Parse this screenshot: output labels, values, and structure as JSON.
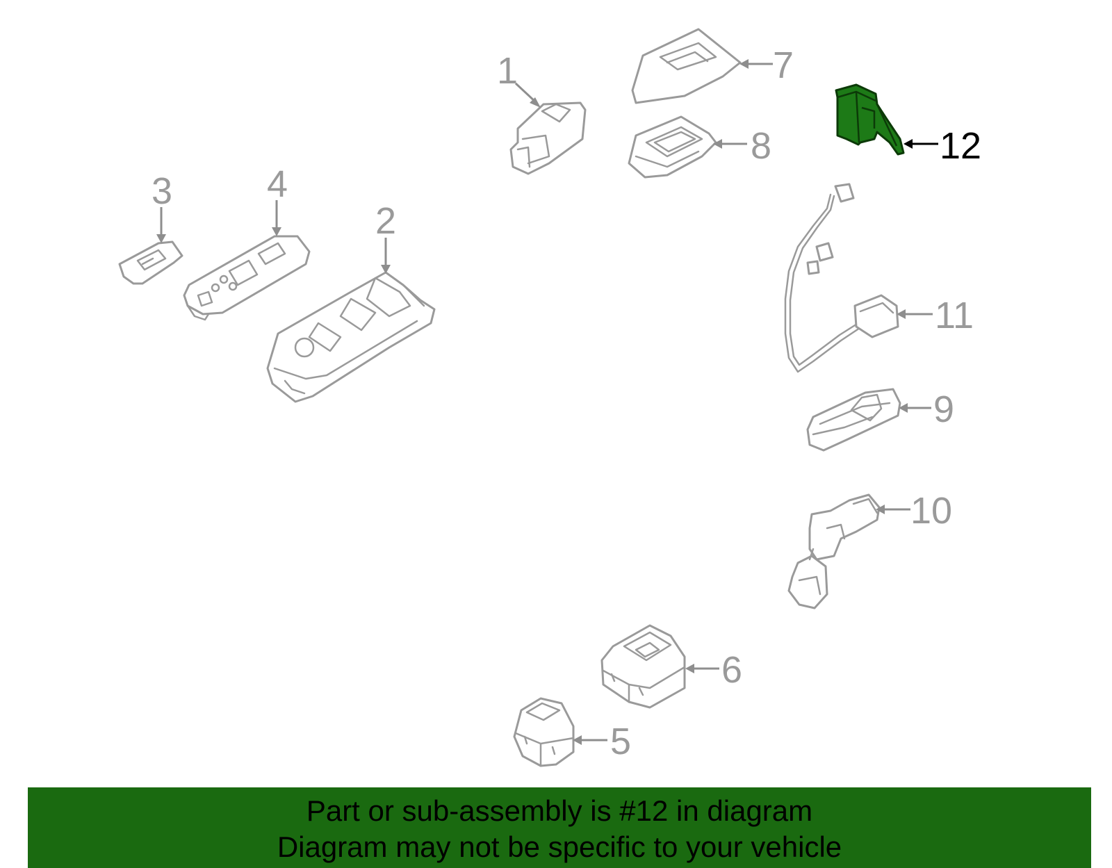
{
  "callouts": {
    "c1": "1",
    "c2": "2",
    "c3": "3",
    "c4": "4",
    "c5": "5",
    "c6": "6",
    "c7": "7",
    "c8": "8",
    "c9": "9",
    "c10": "10",
    "c11": "11",
    "c12": "12"
  },
  "highlighted_part": "12",
  "colors": {
    "highlight_fill": "#1d7a17",
    "banner": "#1a6a10",
    "line_art": "#9a9a9a"
  },
  "banner": {
    "line1": "Part or sub-assembly is #12 in diagram",
    "line2": "Diagram may not be specific to your vehicle"
  }
}
